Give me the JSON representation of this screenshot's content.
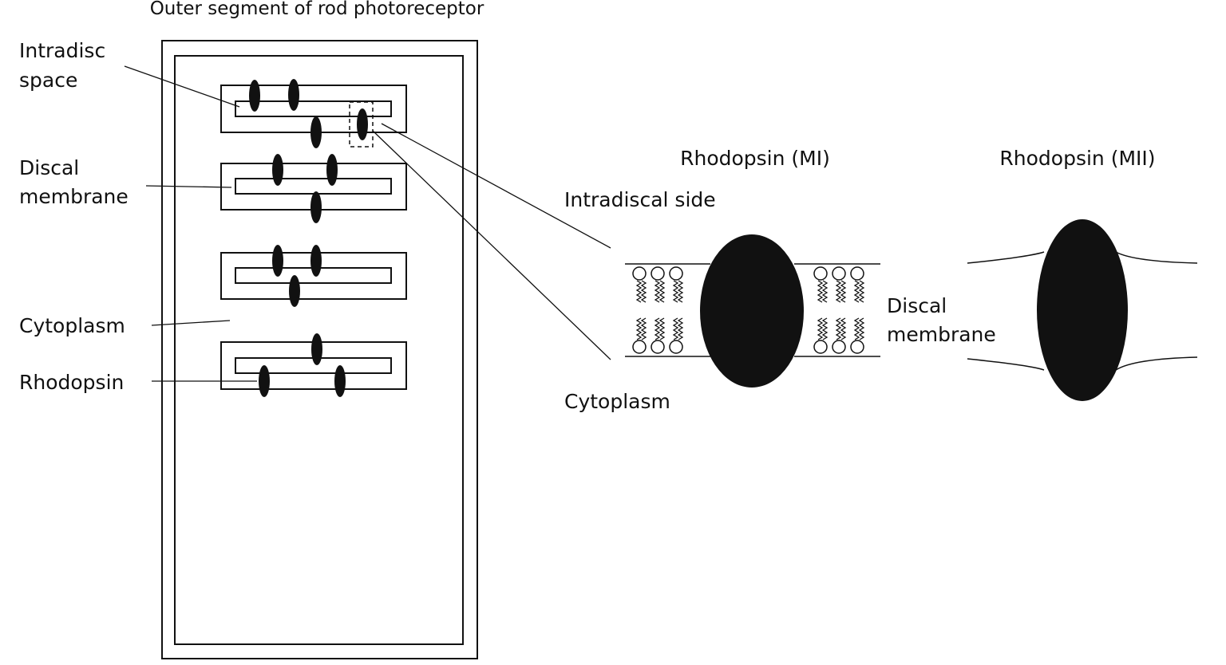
{
  "diagram": {
    "title": "Outer segment of rod photoreceptor",
    "labels": {
      "intradisc_space_line1": "Intradisc",
      "intradisc_space_line2": "space",
      "discal_membrane_left_line1": "Discal",
      "discal_membrane_left_line2": "membrane",
      "cytoplasm_left": "Cytoplasm",
      "rhodopsin": "Rhodopsin",
      "rhodopsin_mi": "Rhodopsin (MI)",
      "rhodopsin_mii": "Rhodopsin (MII)",
      "intradiscal_side": "Intradiscal side",
      "cytoplasm_right": "Cytoplasm",
      "discal_membrane_right_line1": "Discal",
      "discal_membrane_right_line2": "membrane"
    },
    "colors": {
      "ink": "#111111",
      "background": "#ffffff"
    }
  }
}
